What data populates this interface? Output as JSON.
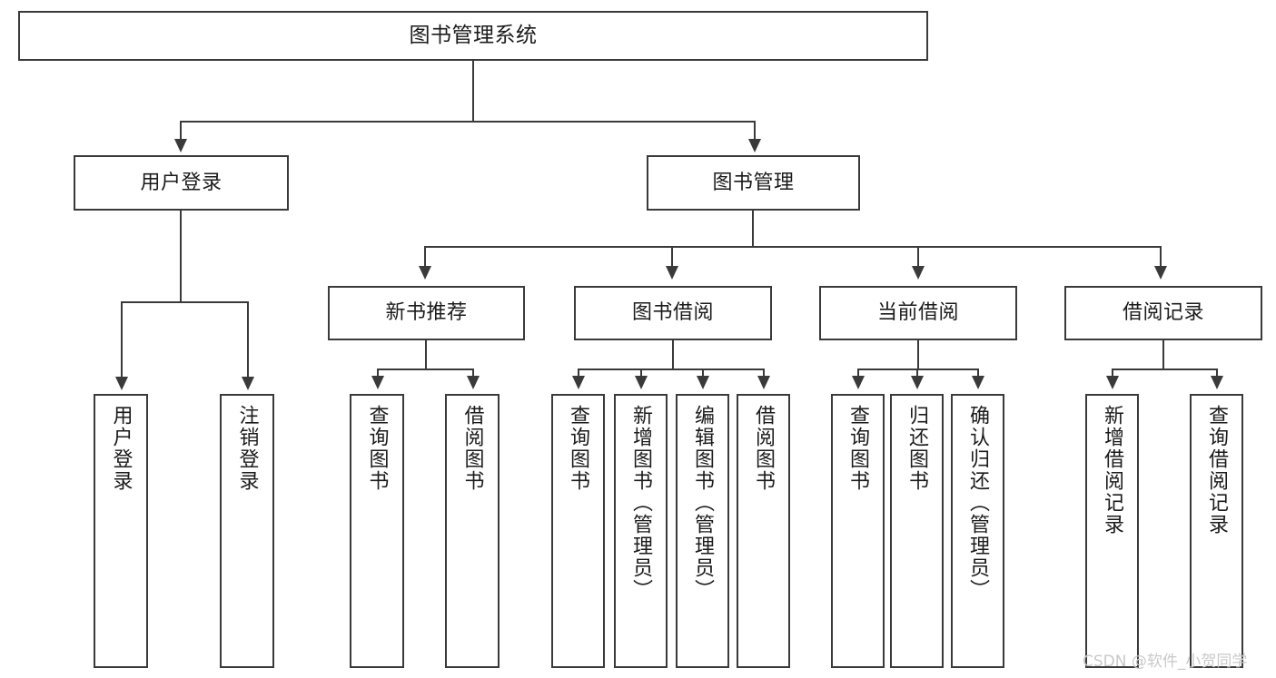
{
  "diagram": {
    "title": "图书管理系统",
    "type": "tree-hierarchy",
    "root": {
      "label": "图书管理系统"
    },
    "level1": [
      {
        "label": "用户登录"
      },
      {
        "label": "图书管理"
      }
    ],
    "level2": [
      {
        "label": "新书推荐"
      },
      {
        "label": "图书借阅"
      },
      {
        "label": "当前借阅"
      },
      {
        "label": "借阅记录"
      }
    ],
    "leaves": {
      "user_login": [
        {
          "label": "用户登录"
        },
        {
          "label": "注销登录"
        }
      ],
      "new_book_recommend": [
        {
          "label": "查询图书"
        },
        {
          "label": "借阅图书"
        }
      ],
      "book_borrow": [
        {
          "label": "查询图书"
        },
        {
          "label": "新增图书（管理员）"
        },
        {
          "label": "编辑图书（管理员）"
        },
        {
          "label": "借阅图书"
        }
      ],
      "current_borrow": [
        {
          "label": "查询图书"
        },
        {
          "label": "归还图书"
        },
        {
          "label": "确认归还（管理员）"
        }
      ],
      "borrow_record": [
        {
          "label": "新增借阅记录"
        },
        {
          "label": "查询借阅记录"
        }
      ]
    }
  },
  "watermark": {
    "text": "CSDN @软件_小贺同学"
  },
  "colors": {
    "stroke": "#3a3a3a",
    "background": "#ffffff",
    "text": "#1b1b1b",
    "watermark": "#c9c9c9"
  }
}
